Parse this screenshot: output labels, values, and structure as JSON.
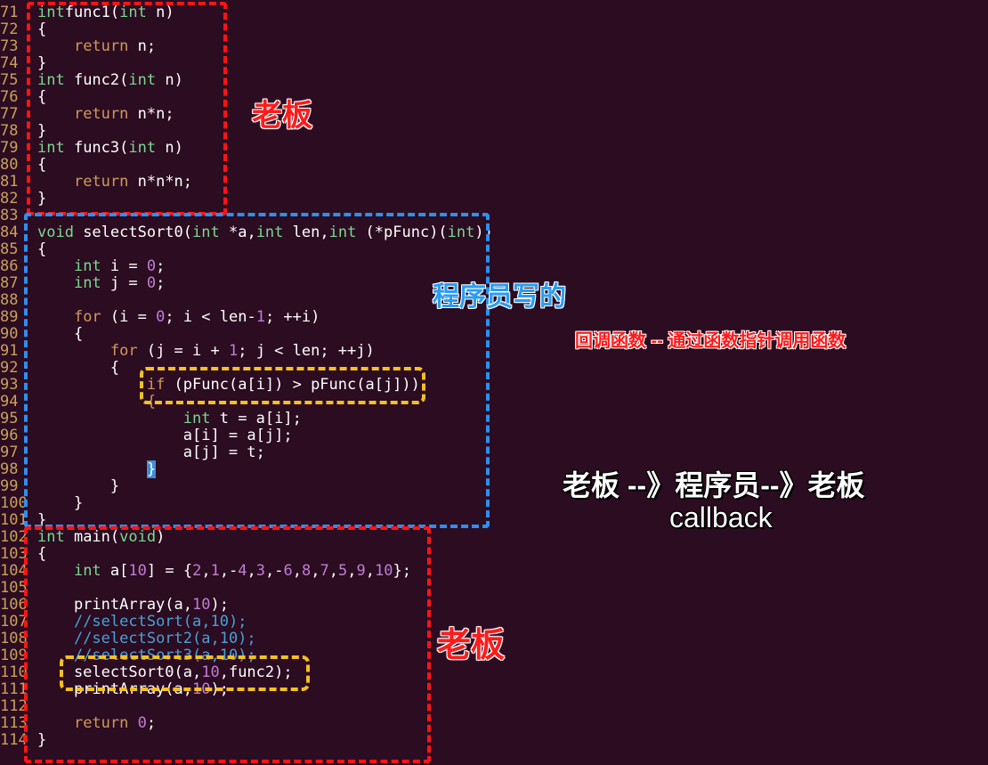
{
  "editor": {
    "lines": [
      {
        "n": "71",
        "t": [
          [
            "kw",
            "int"
          ],
          [
            "",
            "func1("
          ],
          [
            "kw",
            "int"
          ],
          [
            "",
            " n)"
          ]
        ]
      },
      {
        "n": "72",
        "t": [
          [
            "",
            "{"
          ]
        ]
      },
      {
        "n": "73",
        "t": [
          [
            "",
            "    "
          ],
          [
            "kr",
            "return"
          ],
          [
            "",
            " n;"
          ]
        ]
      },
      {
        "n": "74",
        "t": [
          [
            "",
            "}"
          ]
        ]
      },
      {
        "n": "75",
        "t": [
          [
            "kw",
            "int"
          ],
          [
            "",
            ""
          ],
          [
            "",
            " func2("
          ],
          [
            "kw",
            "int"
          ],
          [
            "",
            " n)"
          ]
        ]
      },
      {
        "n": "76",
        "t": [
          [
            "",
            "{"
          ]
        ]
      },
      {
        "n": "77",
        "t": [
          [
            "",
            "    "
          ],
          [
            "kr",
            "return"
          ],
          [
            "",
            " n*n;"
          ]
        ]
      },
      {
        "n": "78",
        "t": [
          [
            "",
            "}"
          ]
        ]
      },
      {
        "n": "79",
        "t": [
          [
            "kw",
            "int"
          ],
          [
            "",
            " func3("
          ],
          [
            "kw",
            "int"
          ],
          [
            "",
            " n)"
          ]
        ]
      },
      {
        "n": "80",
        "t": [
          [
            "",
            "{"
          ]
        ]
      },
      {
        "n": "81",
        "t": [
          [
            "",
            "    "
          ],
          [
            "kr",
            "return"
          ],
          [
            "",
            " n*n*n;"
          ]
        ]
      },
      {
        "n": "82",
        "t": [
          [
            "",
            "}"
          ]
        ]
      },
      {
        "n": "83",
        "t": []
      },
      {
        "n": "84",
        "t": [
          [
            "kw",
            "void"
          ],
          [
            "",
            " selectSort0("
          ],
          [
            "kw",
            "int"
          ],
          [
            "",
            " *a,"
          ],
          [
            "kw",
            "int"
          ],
          [
            "",
            " len,"
          ],
          [
            "kw",
            "int"
          ],
          [
            "",
            " (*pFunc)("
          ],
          [
            "kw",
            "int"
          ],
          [
            "",
            "))"
          ]
        ]
      },
      {
        "n": "85",
        "t": [
          [
            "",
            "{"
          ]
        ]
      },
      {
        "n": "86",
        "t": [
          [
            "",
            "    "
          ],
          [
            "kw",
            "int"
          ],
          [
            "",
            " i = "
          ],
          [
            "num",
            "0"
          ],
          [
            "",
            ";"
          ]
        ]
      },
      {
        "n": "87",
        "t": [
          [
            "",
            "    "
          ],
          [
            "kw",
            "int"
          ],
          [
            "",
            " j = "
          ],
          [
            "num",
            "0"
          ],
          [
            "",
            ";"
          ]
        ]
      },
      {
        "n": "88",
        "t": []
      },
      {
        "n": "89",
        "t": [
          [
            "",
            "    "
          ],
          [
            "kr",
            "for"
          ],
          [
            "",
            " (i = "
          ],
          [
            "num",
            "0"
          ],
          [
            "",
            "; i < len-"
          ],
          [
            "num",
            "1"
          ],
          [
            "",
            "; ++i)"
          ]
        ]
      },
      {
        "n": "90",
        "t": [
          [
            "",
            "    {"
          ]
        ]
      },
      {
        "n": "91",
        "t": [
          [
            "",
            "        "
          ],
          [
            "kr",
            "for"
          ],
          [
            "",
            " (j = i + "
          ],
          [
            "num",
            "1"
          ],
          [
            "",
            "; j < len; ++j)"
          ]
        ]
      },
      {
        "n": "92",
        "t": [
          [
            "",
            "        {"
          ]
        ]
      },
      {
        "n": "93",
        "t": [
          [
            "",
            "            "
          ],
          [
            "kr",
            "if"
          ],
          [
            "",
            " (pFunc(a[i]) > pFunc(a[j]))"
          ]
        ]
      },
      {
        "n": "94",
        "t": [
          [
            "",
            "            "
          ],
          [
            "kr",
            "{"
          ]
        ]
      },
      {
        "n": "95",
        "t": [
          [
            "",
            "                "
          ],
          [
            "kw",
            "int"
          ],
          [
            "",
            " t = a[i];"
          ]
        ]
      },
      {
        "n": "96",
        "t": [
          [
            "",
            "                a[i] = a[j];"
          ]
        ]
      },
      {
        "n": "97",
        "t": [
          [
            "",
            "                a[j] = t;"
          ]
        ]
      },
      {
        "n": "98",
        "t": [
          [
            "",
            "            "
          ],
          [
            "cur",
            "}"
          ]
        ]
      },
      {
        "n": "99",
        "t": [
          [
            "",
            "        }"
          ]
        ]
      },
      {
        "n": "100",
        "t": [
          [
            "",
            "    }"
          ]
        ]
      },
      {
        "n": "101",
        "t": [
          [
            "",
            "}"
          ]
        ]
      },
      {
        "n": "102",
        "t": [
          [
            "kw",
            "int"
          ],
          [
            "",
            " main("
          ],
          [
            "kw",
            "void"
          ],
          [
            "",
            ")"
          ]
        ]
      },
      {
        "n": "103",
        "t": [
          [
            "",
            "{"
          ]
        ]
      },
      {
        "n": "104",
        "t": [
          [
            "",
            "    "
          ],
          [
            "kw",
            "int"
          ],
          [
            "",
            " a["
          ],
          [
            "num",
            "10"
          ],
          [
            "",
            "] = {"
          ],
          [
            "num",
            "2"
          ],
          [
            "",
            ","
          ],
          [
            "num",
            "1"
          ],
          [
            "",
            ",-"
          ],
          [
            "num",
            "4"
          ],
          [
            "",
            ","
          ],
          [
            "num",
            "3"
          ],
          [
            "",
            ",-"
          ],
          [
            "num",
            "6"
          ],
          [
            "",
            ","
          ],
          [
            "num",
            "8"
          ],
          [
            "",
            ","
          ],
          [
            "num",
            "7"
          ],
          [
            "",
            ","
          ],
          [
            "num",
            "5"
          ],
          [
            "",
            ","
          ],
          [
            "num",
            "9"
          ],
          [
            "",
            ","
          ],
          [
            "num",
            "10"
          ],
          [
            "",
            "};"
          ]
        ]
      },
      {
        "n": "105",
        "t": []
      },
      {
        "n": "106",
        "t": [
          [
            "",
            "    printArray(a,"
          ],
          [
            "num",
            "10"
          ],
          [
            "",
            ");"
          ]
        ]
      },
      {
        "n": "107",
        "t": [
          [
            "",
            "    "
          ],
          [
            "cm",
            "//selectSort(a,10);"
          ]
        ]
      },
      {
        "n": "108",
        "t": [
          [
            "",
            "    "
          ],
          [
            "cm",
            "//selectSort2(a,10);"
          ]
        ]
      },
      {
        "n": "109",
        "t": [
          [
            "",
            "    "
          ],
          [
            "cm",
            "//selectSort3(a,10);"
          ]
        ]
      },
      {
        "n": "110",
        "t": [
          [
            "",
            "    selectSort0(a,"
          ],
          [
            "num",
            "10"
          ],
          [
            "",
            ",func2);"
          ]
        ]
      },
      {
        "n": "111",
        "t": [
          [
            "",
            "    printArray(a,"
          ],
          [
            "num",
            "10"
          ],
          [
            "",
            ");"
          ]
        ]
      },
      {
        "n": "112",
        "t": []
      },
      {
        "n": "113",
        "t": [
          [
            "",
            "    "
          ],
          [
            "kr",
            "return"
          ],
          [
            "",
            " "
          ],
          [
            "num",
            "0"
          ],
          [
            "",
            ";"
          ]
        ]
      },
      {
        "n": "114",
        "t": [
          [
            "",
            "}"
          ]
        ]
      }
    ]
  },
  "annotations": {
    "boss_top": "老板",
    "programmer": "程序员写的",
    "callback_def": "回调函数 -- 通过函数指针调用函数",
    "flow": "老板 --》程序员--》老板",
    "callback": "callback",
    "boss_bottom": "老板"
  },
  "colors": {
    "background": "#2b0c21",
    "keyword": "#7bd88f",
    "keyword_ctrl": "#cf9a5a",
    "number": "#c17dd4",
    "comment": "#4aa0d6",
    "line_number": "#c9a15a",
    "annotation_red": "#ff1414",
    "annotation_blue": "#2d8ff0",
    "annotation_yellow": "#f5c020"
  }
}
